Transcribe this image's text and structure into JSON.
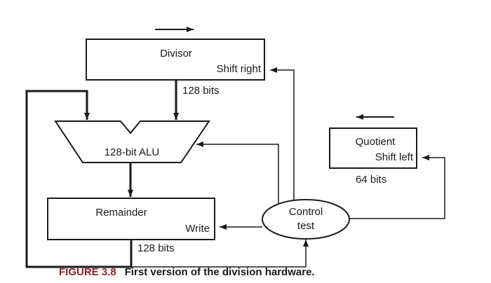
{
  "divisor": {
    "name": "Divisor",
    "action": "Shift right",
    "width": "128 bits"
  },
  "alu": {
    "name": "128-bit ALU"
  },
  "remainder": {
    "name": "Remainder",
    "action": "Write",
    "width": "128 bits"
  },
  "quotient": {
    "name": "Quotient",
    "action": "Shift left",
    "width": "64 bits"
  },
  "control": {
    "line1": "Control",
    "line2": "test"
  },
  "caption": {
    "number": "FIGURE 3.8",
    "text": "First version of the division hardware."
  },
  "colors": {
    "line": "#1a1a1a",
    "caption_number": "#8f1f1f"
  }
}
